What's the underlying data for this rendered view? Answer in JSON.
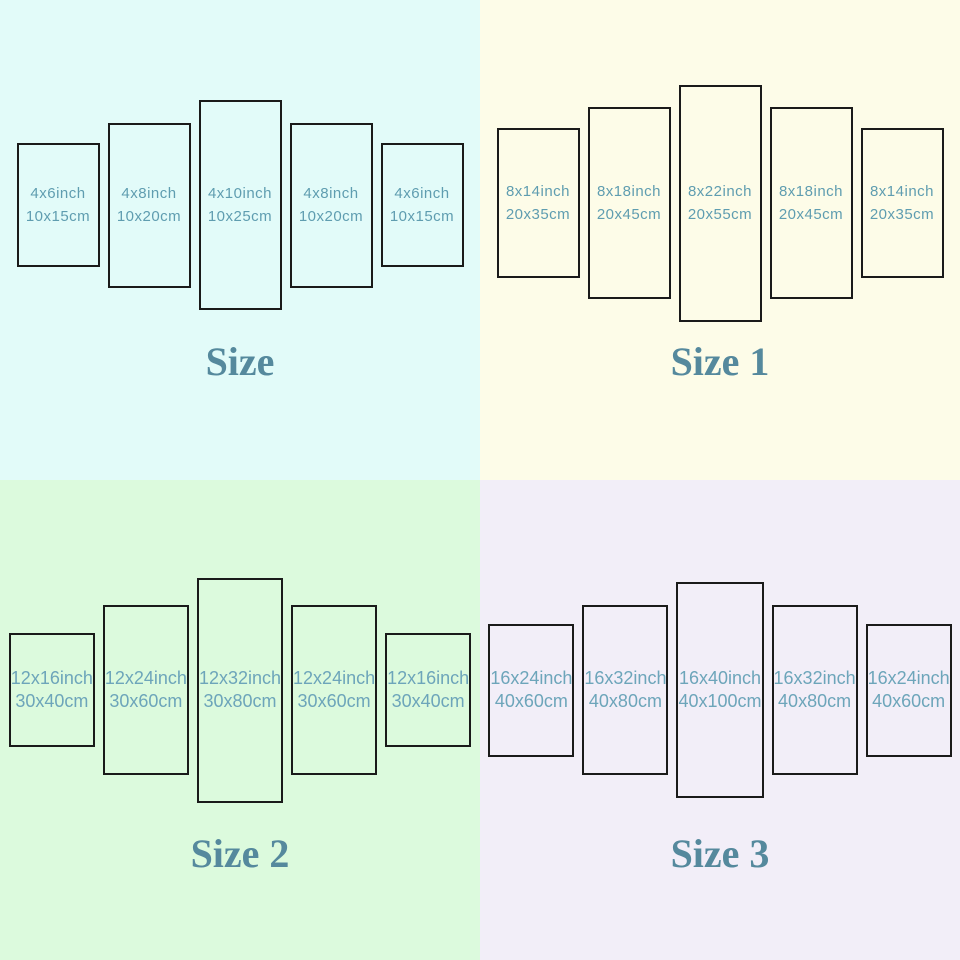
{
  "colors": {
    "panel-border": "#1a1a1a",
    "title-color": "#55899d",
    "label-color-top": "#5f9db0",
    "label-color-bottom": "#6da5ba"
  },
  "quadrants": [
    {
      "title": "Size",
      "bg": "#e2fbf9",
      "panels": [
        {
          "inch": "4x6inch",
          "cm": "10x15cm"
        },
        {
          "inch": "4x8inch",
          "cm": "10x20cm"
        },
        {
          "inch": "4x10inch",
          "cm": "10x25cm"
        },
        {
          "inch": "4x8inch",
          "cm": "10x20cm"
        },
        {
          "inch": "4x6inch",
          "cm": "10x15cm"
        }
      ]
    },
    {
      "title": "Size 1",
      "bg": "#fdfce8",
      "panels": [
        {
          "inch": "8x14inch",
          "cm": "20x35cm"
        },
        {
          "inch": "8x18inch",
          "cm": "20x45cm"
        },
        {
          "inch": "8x22inch",
          "cm": "20x55cm"
        },
        {
          "inch": "8x18inch",
          "cm": "20x45cm"
        },
        {
          "inch": "8x14inch",
          "cm": "20x35cm"
        }
      ]
    },
    {
      "title": "Size 2",
      "bg": "#dcfadd",
      "panels": [
        {
          "inch": "12x16inch",
          "cm": "30x40cm"
        },
        {
          "inch": "12x24inch",
          "cm": "30x60cm"
        },
        {
          "inch": "12x32inch",
          "cm": "30x80cm"
        },
        {
          "inch": "12x24inch",
          "cm": "30x60cm"
        },
        {
          "inch": "12x16inch",
          "cm": "30x40cm"
        }
      ]
    },
    {
      "title": "Size 3",
      "bg": "#f2eef8",
      "panels": [
        {
          "inch": "16x24inch",
          "cm": "40x60cm"
        },
        {
          "inch": "16x32inch",
          "cm": "40x80cm"
        },
        {
          "inch": "16x40inch",
          "cm": "40x100cm"
        },
        {
          "inch": "16x32inch",
          "cm": "40x80cm"
        },
        {
          "inch": "16x24inch",
          "cm": "40x60cm"
        }
      ]
    }
  ]
}
